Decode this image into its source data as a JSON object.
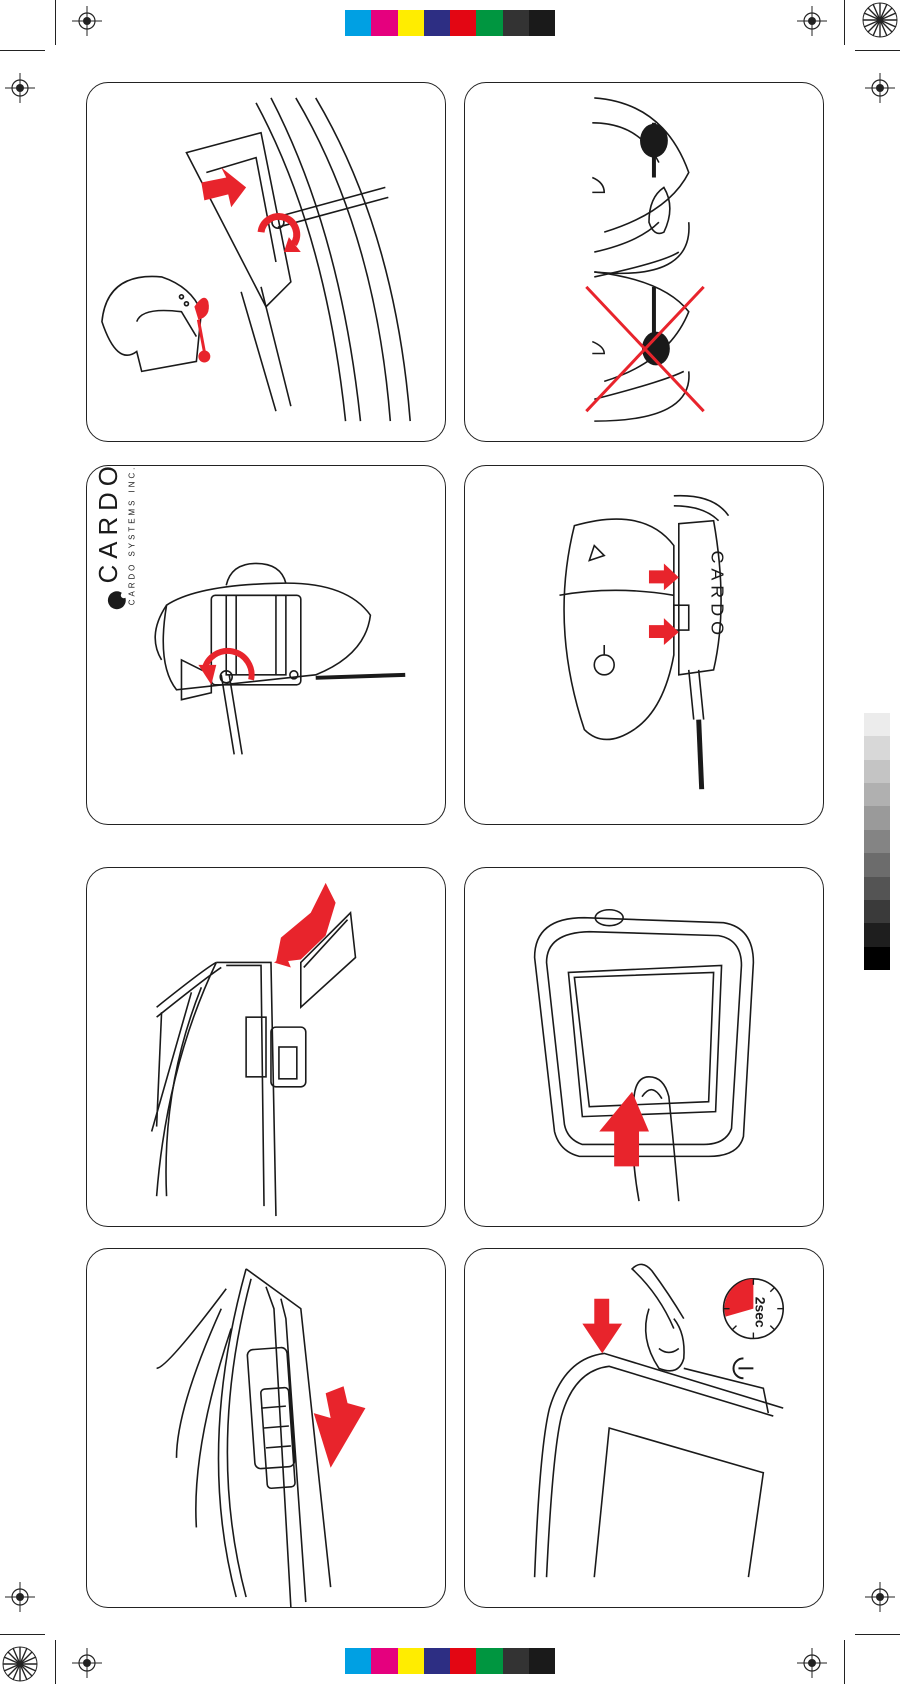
{
  "document": {
    "brand": {
      "logo_text": "CARDO",
      "tagline": "CARDO SYSTEMS INC.",
      "device_label": "CARDO"
    },
    "timer_label": "2sec",
    "colors": {
      "accent_red": "#e8242c",
      "line": "#1a1a1a",
      "process_bar": [
        "#00a0e3",
        "#e5007e",
        "#ffed00",
        "#2d2e83",
        "#e30613",
        "#009640",
        "#333333",
        "#1a1a1a"
      ],
      "gray_ramp": [
        "#ececec",
        "#d8d8d8",
        "#c4c4c4",
        "#b0b0b0",
        "#9a9a9a",
        "#848484",
        "#6c6c6c",
        "#545454",
        "#3a3a3a",
        "#1e1e1e",
        "#000000"
      ]
    },
    "icons": [
      "registration-mark-icon",
      "power-icon",
      "stopwatch-icon",
      "arrow-icon",
      "rotate-arrow-icon",
      "cross-out-icon"
    ]
  }
}
